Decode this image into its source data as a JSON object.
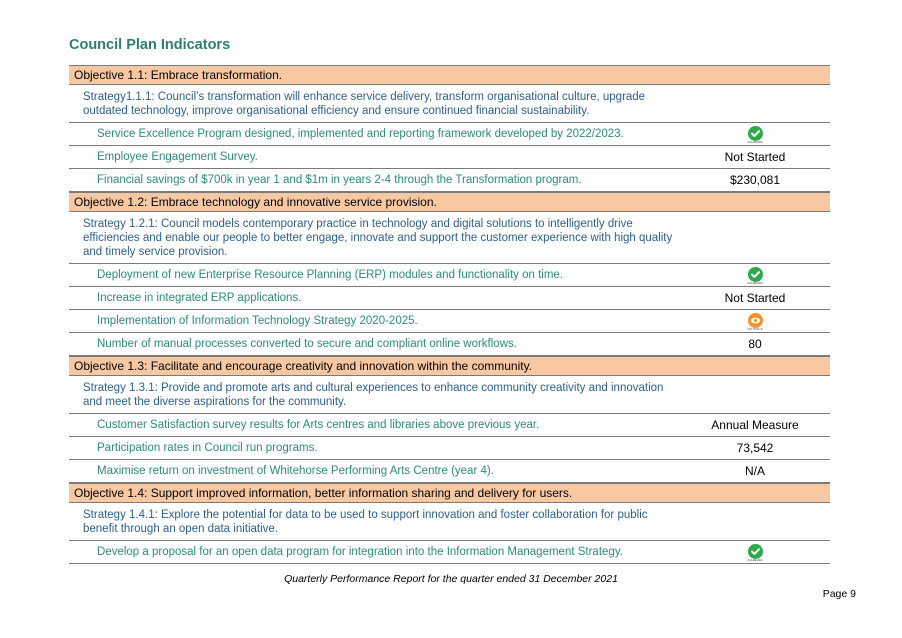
{
  "title": "Council Plan Indicators",
  "objectives": [
    {
      "objective": "Objective 1.1: Embrace transformation.",
      "strategy": "Strategy1.1.1: Council’s transformation will enhance service delivery, transform organisational culture, upgrade outdated technology, improve organisational efficiency and ensure continued financial sustainability.",
      "indicators": [
        {
          "text": "Service Excellence Program designed, implemented and reporting framework developed by 2022/2023.",
          "value": "",
          "icon": "check-icon",
          "icon_label": "ACHIEVED",
          "color": "#2ea84a"
        },
        {
          "text": "Employee Engagement Survey.",
          "value": "Not Started"
        },
        {
          "text": "Financial savings of $700k in year 1 and $1m in years 2-4 through the Transformation program.",
          "value": "$230,081"
        }
      ]
    },
    {
      "objective": "Objective 1.2: Embrace technology and innovative service provision.",
      "strategy": "Strategy 1.2.1: Council models contemporary practice in technology and digital solutions to intelligently drive efficiencies and enable our people to better engage, innovate and support the customer experience with high quality and timely service provision.",
      "indicators": [
        {
          "text": "Deployment of new Enterprise Resource Planning (ERP) modules and functionality on time.",
          "value": "",
          "icon": "check-icon",
          "icon_label": "ACHIEVED",
          "color": "#2ea84a"
        },
        {
          "text": "Increase in integrated ERP applications.",
          "value": "Not Started"
        },
        {
          "text": "Implementation of Information Technology Strategy 2020-2025.",
          "value": "",
          "icon": "on-track-icon",
          "icon_label": "ON TRACK",
          "color": "#f0952d"
        },
        {
          "text": "Number of manual processes converted to secure and compliant online workflows.",
          "value": "80"
        }
      ]
    },
    {
      "objective": "Objective 1.3: Facilitate and encourage creativity and innovation within the community.",
      "strategy": "Strategy 1.3.1: Provide and promote arts and cultural experiences to enhance community creativity and innovation and meet the diverse aspirations for the community.",
      "indicators": [
        {
          "text": "Customer Satisfaction survey results for Arts centres and libraries above previous year.",
          "value": "Annual Measure"
        },
        {
          "text": "Participation rates in Council run programs.",
          "value": "73,542"
        },
        {
          "text": "Maximise return on investment of Whitehorse Performing Arts Centre (year 4).",
          "value": "N/A"
        }
      ]
    },
    {
      "objective": "Objective 1.4: Support improved information, better information sharing and delivery for users.",
      "strategy": "Strategy 1.4.1: Explore the potential for data to be used to support innovation and foster collaboration for public benefit through an open data initiative.",
      "indicators": [
        {
          "text": "Develop a proposal for an open data program for integration into the Information Management Strategy.",
          "value": "",
          "icon": "check-icon",
          "icon_label": "ACHIEVED",
          "color": "#2ea84a"
        }
      ]
    }
  ],
  "footer": "Quarterly Performance Report for the quarter ended 31 December 2021",
  "page": "Page 9"
}
